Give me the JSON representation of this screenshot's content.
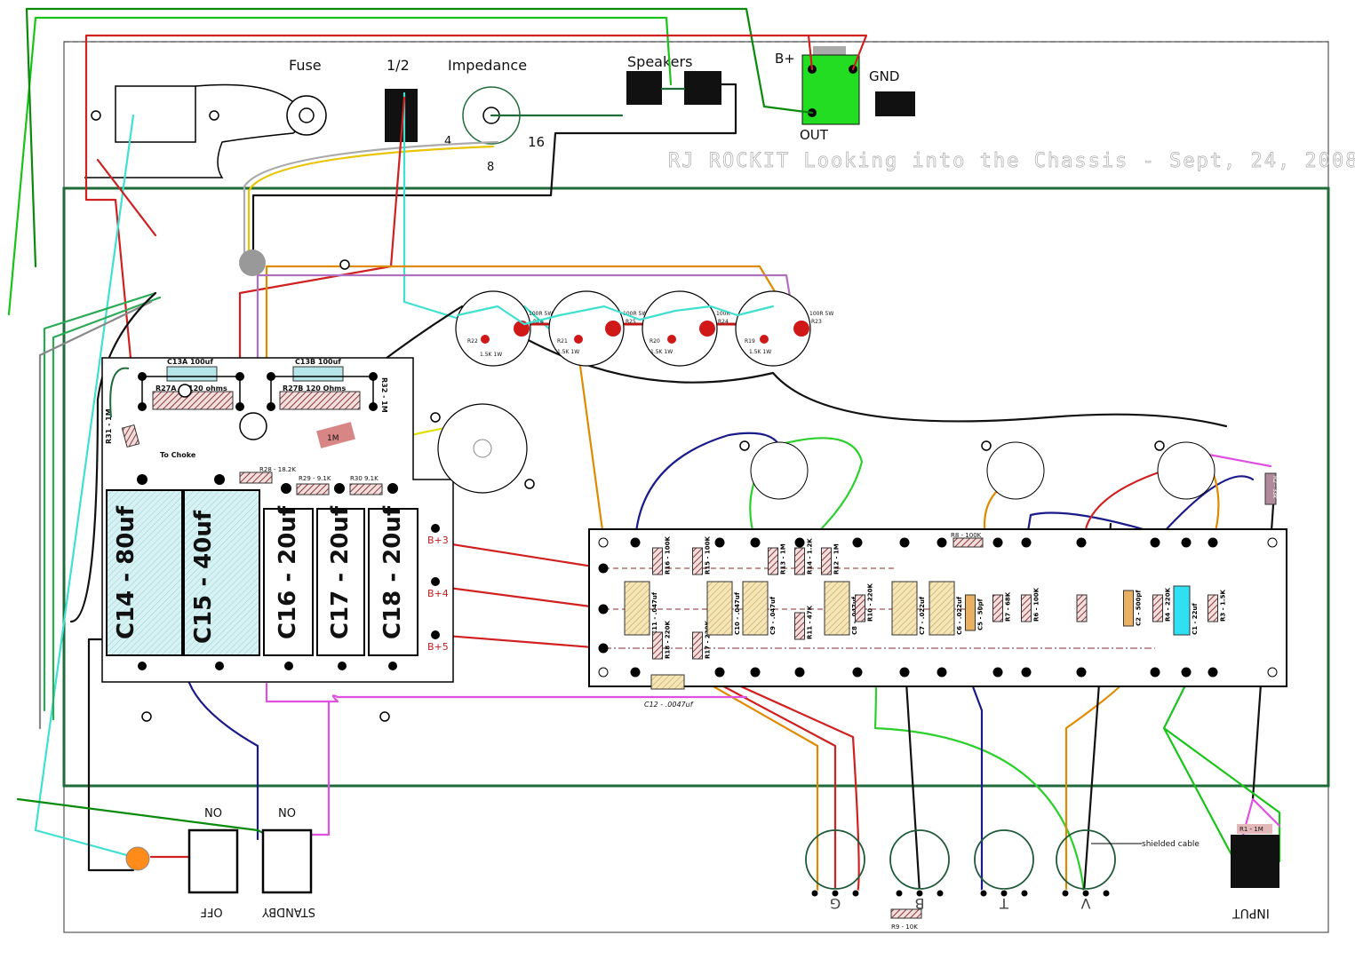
{
  "title": "RJ ROCKIT Looking into the Chassis - Sept, 24, 2008",
  "top_labels": {
    "fuse": "Fuse",
    "fuse_value": "1/2",
    "impedance": "Impedance",
    "speakers": "Speakers",
    "bplus": "B+",
    "gnd": "GND",
    "out": "OUT"
  },
  "impedance_taps": [
    "4",
    "8",
    "16"
  ],
  "filter_board": {
    "c13a": "C13A 100uf",
    "c13b": "C13B 100uf",
    "r27a": "R27A",
    "r27a_val": "120 ohms",
    "r27b": "R27B 120 Ohms",
    "r31": "R31 - 1M",
    "r32": "R32 - 1M",
    "to_choke": "To Choke",
    "r28": "R28 - 18.2K",
    "r29": "R29 - 9.1K",
    "r30": "R30  9.1K",
    "one_m": "1M",
    "caps": [
      "C14 - 80uf",
      "C15 - 40uf",
      "C16 - 20uf",
      "C17 - 20uf",
      "C18 - 20uf"
    ],
    "bplus_taps": [
      "B+3",
      "B+4",
      "B+5"
    ]
  },
  "power_tubes": [
    {
      "screen": "100R 5W",
      "screen_id": "R26",
      "grid": "R22",
      "grid_val": "1.5K 1W"
    },
    {
      "screen": "100R 5W",
      "screen_id": "R25",
      "grid": "R21",
      "grid_val": "1.5K 1W"
    },
    {
      "screen": "100R",
      "screen_id": "R24",
      "grid": "R20",
      "grid_val": "1.5K 1W"
    },
    {
      "screen": "100R 5W",
      "screen_id": "R23",
      "grid": "R19",
      "grid_val": "1.5K 1W"
    }
  ],
  "turret_board": {
    "vertical_labels": [
      "C11 - .047uf",
      "R18 - 220K",
      "R16 - 100K",
      "R15 - 100K",
      "R17 - 220K",
      "C10 - .047uf",
      "C9 - .047uf",
      "R13 - 1M",
      "R14 - 1.2K",
      "R12 - 1M",
      "R11 - 47K",
      "C8 - .047uf",
      "R10 - 220K",
      "C7 - .022uf",
      "C6 - .022uf",
      "C5 - 50pf",
      "R7 - 68K",
      "R6 - 100K",
      "C2 - 500pf",
      "R4 - 220K",
      "C1 - 22uf",
      "R3 - 1.5K"
    ],
    "r8": "R8 - 100K",
    "c12": "C12 - .0047uf",
    "r2": "R2 - 33k"
  },
  "front_panel": {
    "switch_on_labels": [
      "ON",
      "ON"
    ],
    "off": "OFF",
    "standby": "STANDBY",
    "pots": [
      "G",
      "B",
      "T",
      "V"
    ],
    "r9": "R9 - 10K",
    "shielded": "shielded cable",
    "r1": "R1 - 1M",
    "input": "INPUT"
  },
  "colors": {
    "chassis_green": "#1f6b3a",
    "transformer": "#22dd22",
    "cap_fill": "#cfeff2",
    "resistor": "#d9a5a5",
    "film_cap": "#e9d49a",
    "lamp": "#ff8c1a"
  }
}
